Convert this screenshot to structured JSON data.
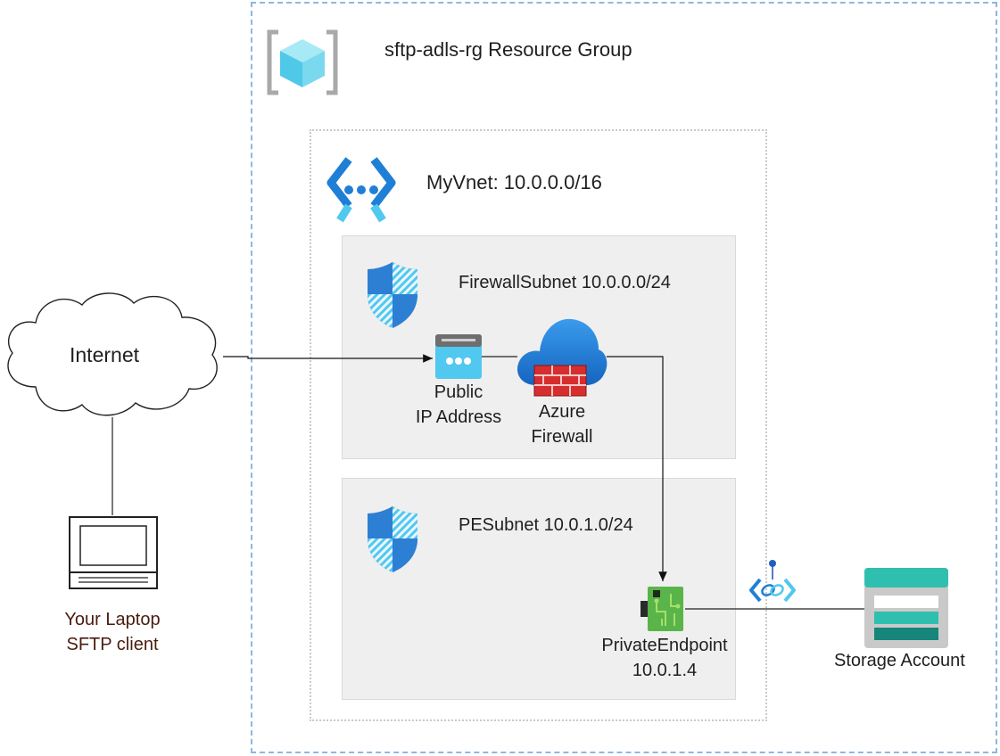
{
  "resource_group": {
    "label": "sftp-adls-rg Resource Group"
  },
  "vnet": {
    "label": "MyVnet: 10.0.0.0/16"
  },
  "firewall_subnet": {
    "label": "FirewallSubnet 10.0.0.0/24"
  },
  "pe_subnet": {
    "label": "PESubnet 10.0.1.0/24"
  },
  "internet": {
    "label": "Internet"
  },
  "laptop": {
    "line1": "Your Laptop",
    "line2": "SFTP client"
  },
  "public_ip": {
    "line1": "Public",
    "line2": "IP Address"
  },
  "azure_firewall": {
    "line1": "Azure",
    "line2": "Firewall"
  },
  "private_endpoint": {
    "line1": "PrivateEndpoint",
    "line2": "10.0.1.4"
  },
  "storage_account": {
    "label": "Storage Account"
  },
  "colors": {
    "azure_blue": "#1f7fd6",
    "accent_cyan": "#50c8f0",
    "firewall_red": "#d62e2e",
    "storage_teal": "#2fbfae",
    "group_border": "#8fb8df"
  }
}
